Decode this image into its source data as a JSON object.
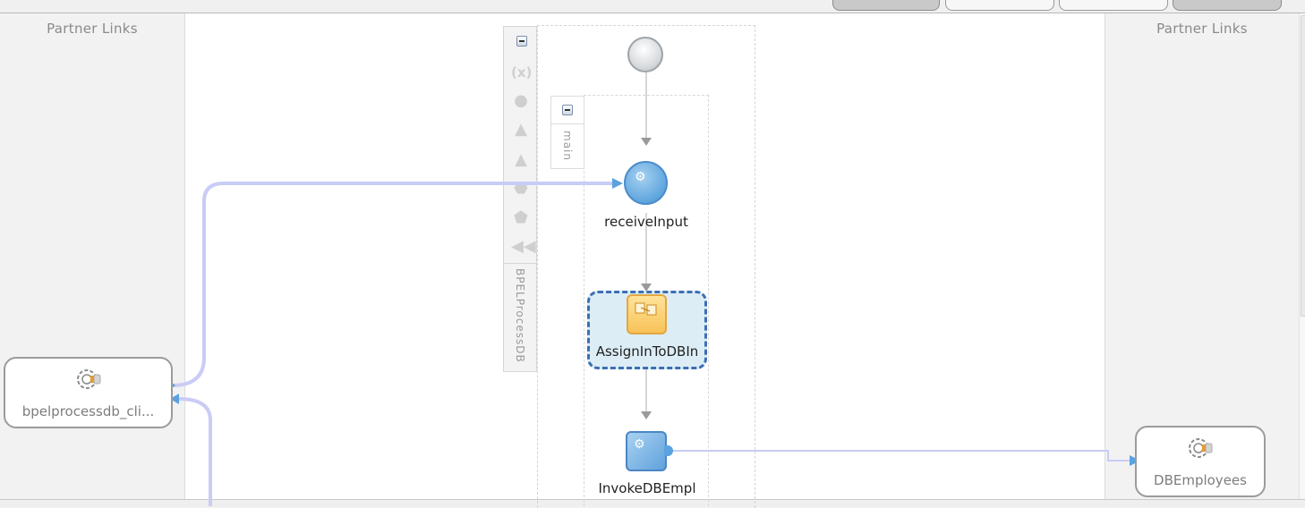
{
  "toolbar": {
    "buttons": [
      {
        "state": "pressed"
      },
      {
        "state": "normal"
      },
      {
        "state": "normal"
      },
      {
        "state": "pressed"
      }
    ]
  },
  "left_panel": {
    "title": "Partner Links",
    "partner_links": [
      {
        "name": "bpelprocessdb_cli...",
        "icon": "service-gear-icon"
      }
    ]
  },
  "right_panel": {
    "title": "Partner Links",
    "partner_links": [
      {
        "name": "DBEmployees",
        "icon": "service-gear-icon"
      }
    ]
  },
  "process": {
    "name": "BPELProcessDB",
    "palette_icons": [
      "variables-icon",
      "correlation-icon",
      "fault-handler-icon",
      "event-handler-icon",
      "compensation-icon",
      "termination-icon",
      "rewind-icon"
    ],
    "scope": {
      "name": "main"
    },
    "activities": [
      {
        "type": "start",
        "label": ""
      },
      {
        "type": "receive",
        "label": "receiveInput",
        "icon": "gear-icon"
      },
      {
        "type": "assign",
        "label": "AssignInToDBIn",
        "icon": "assign-icon",
        "selected": true
      },
      {
        "type": "invoke",
        "label": "InvokeDBEmpl",
        "icon": "gear-icon"
      }
    ]
  },
  "colors": {
    "wire": "#c9ccf5",
    "arrow": "#5aa2e0",
    "selection": "#3c6fb3",
    "assign_fill": "#f7c257",
    "receive_fill": "#5fa6de"
  }
}
